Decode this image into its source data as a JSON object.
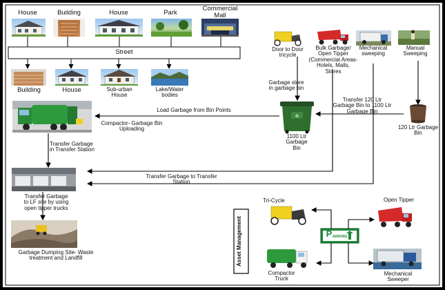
{
  "top_labels": {
    "house1": "House",
    "building1": "Building",
    "house2": "House",
    "park": "Park",
    "mall": "Commercial\nMall"
  },
  "street": "Street",
  "bottom_labels": {
    "building2": "Building",
    "house3": "House",
    "suburban": "Sub-urban\nHouse",
    "lake": "Lake/Water\nbodies"
  },
  "collection": {
    "door_to_door": "Door to Door\ntricycle",
    "bulk": "Bulk Garbage/\nOpen Tipper\n(Commercial Areas-\nHotels, Malls,\nStores",
    "mech_sweeping": "Mechanical\nsweeping",
    "manual_sweeping": "Manual\nSweeping"
  },
  "flow": {
    "garbage_store": "Garbage store\nin garbage bin",
    "transfer_120": "Transfer 120 Ltr\nGarbage Bin to 1100 Ltr\nGarbage Bin",
    "bin_1100": "1100 Ltr\nGarbage\nBin",
    "bin_120": "120 Ltr Garbage\nBin",
    "load_garbage": "Load Garbage from Bin Points",
    "compactor_upload": "Compactor- Garbage Bin\nUploading",
    "transfer_station": "Transfer Garbage\nin Transfer Station",
    "transfer_to_station": "Transfer Garbage to Transfer\nStation",
    "transfer_lf": "Transfer Garbage\nto LF site by using\nopen tipper trucks",
    "dumping": "Garbage Dumping Site- Waste\ntreatment and Landfill"
  },
  "asset": {
    "title": "Asset Management",
    "tricycle": "Tri-Cycle",
    "open_tipper": "Open Tipper",
    "compactor": "Compactor\nTruck",
    "sweeper": "Mechanical\nSweeper",
    "parking_p": "P",
    "parking_word": "ARKING"
  },
  "colors": {
    "border": "#000000",
    "truck_green": "#2e8b2e",
    "tipper_red": "#d42a2a",
    "tricycle_yellow": "#f0d020",
    "bin_green": "#2f6e2f",
    "parking_green": "#1f8a3a"
  }
}
